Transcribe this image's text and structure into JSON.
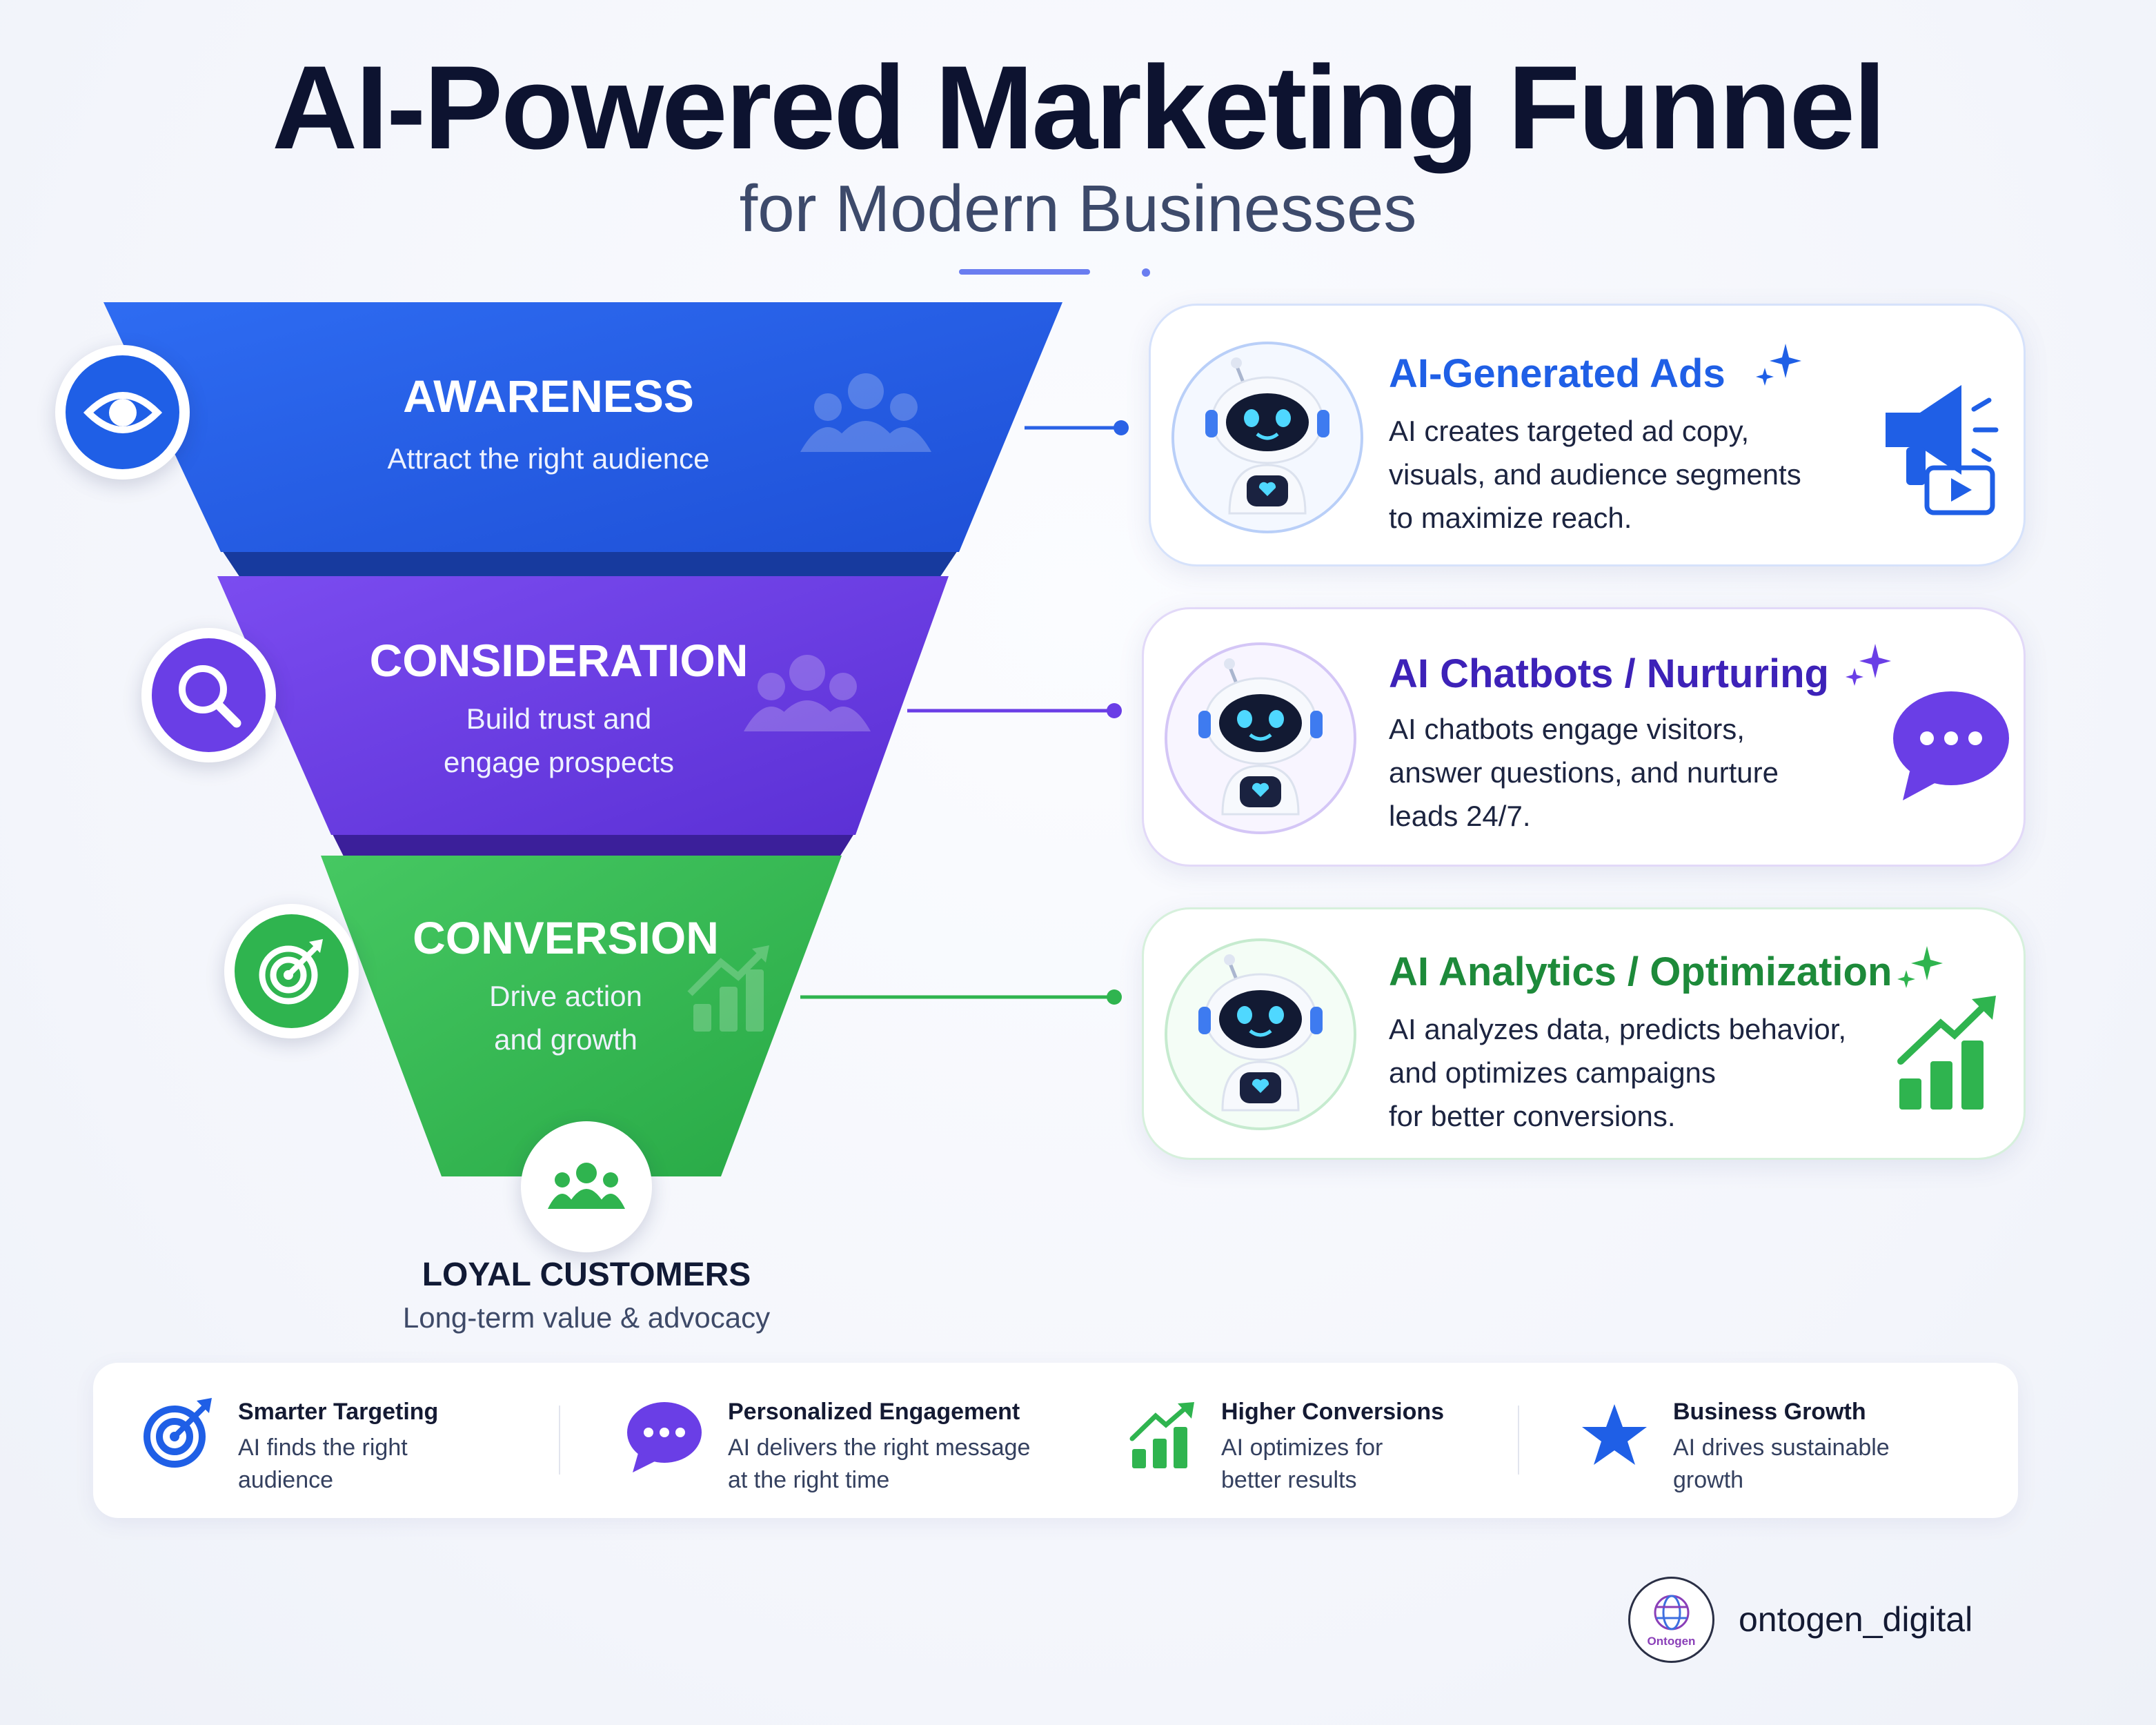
{
  "header": {
    "title": "AI-Powered Marketing Funnel",
    "subtitle": "for Modern Businesses"
  },
  "colors": {
    "awareness": "#1f5fe6",
    "consideration": "#6a3ee6",
    "conversion": "#2fb44f",
    "ink": "#0d1330"
  },
  "funnel": {
    "stages": [
      {
        "title": "AWARENESS",
        "description": [
          "Attract the right audience"
        ],
        "icon": "eye-icon",
        "watermark": "people-icon"
      },
      {
        "title": "CONSIDERATION",
        "description": [
          "Build trust and",
          "engage prospects"
        ],
        "icon": "search-icon",
        "watermark": "people-icon"
      },
      {
        "title": "CONVERSION",
        "description": [
          "Drive action",
          "and growth"
        ],
        "icon": "target-icon",
        "watermark": "growth-chart-icon"
      }
    ],
    "bottom": {
      "title": "LOYAL CUSTOMERS",
      "description": "Long-term value & advocacy",
      "icon": "people-icon"
    }
  },
  "cards": [
    {
      "title": "AI-Generated Ads",
      "description": [
        "AI creates targeted ad copy,",
        "visuals, and audience segments",
        "to maximize reach."
      ],
      "icon": "megaphone-icon",
      "avatar": "robot-icon"
    },
    {
      "title": "AI Chatbots / Nurturing",
      "description": [
        "AI chatbots engage visitors,",
        "answer questions, and nurture",
        "leads 24/7."
      ],
      "icon": "chat-bubble-icon",
      "avatar": "robot-icon"
    },
    {
      "title": "AI Analytics / Optimization",
      "description": [
        "AI analyzes data, predicts behavior,",
        "and optimizes campaigns",
        "for better conversions."
      ],
      "icon": "growth-chart-icon",
      "avatar": "robot-icon"
    }
  ],
  "benefits": [
    {
      "title": "Smarter Targeting",
      "description": [
        "AI finds the right",
        "audience"
      ],
      "icon": "target-icon"
    },
    {
      "title": "Personalized Engagement",
      "description": [
        "AI delivers the right message",
        "at the right time"
      ],
      "icon": "chat-bubble-icon"
    },
    {
      "title": "Higher Conversions",
      "description": [
        "AI optimizes for",
        "better results"
      ],
      "icon": "growth-chart-icon"
    },
    {
      "title": "Business Growth",
      "description": [
        "AI drives sustainable",
        "growth"
      ],
      "icon": "star-icon"
    }
  ],
  "footer": {
    "handle": "ontogen_digital",
    "logo_text": "Ontogen"
  }
}
